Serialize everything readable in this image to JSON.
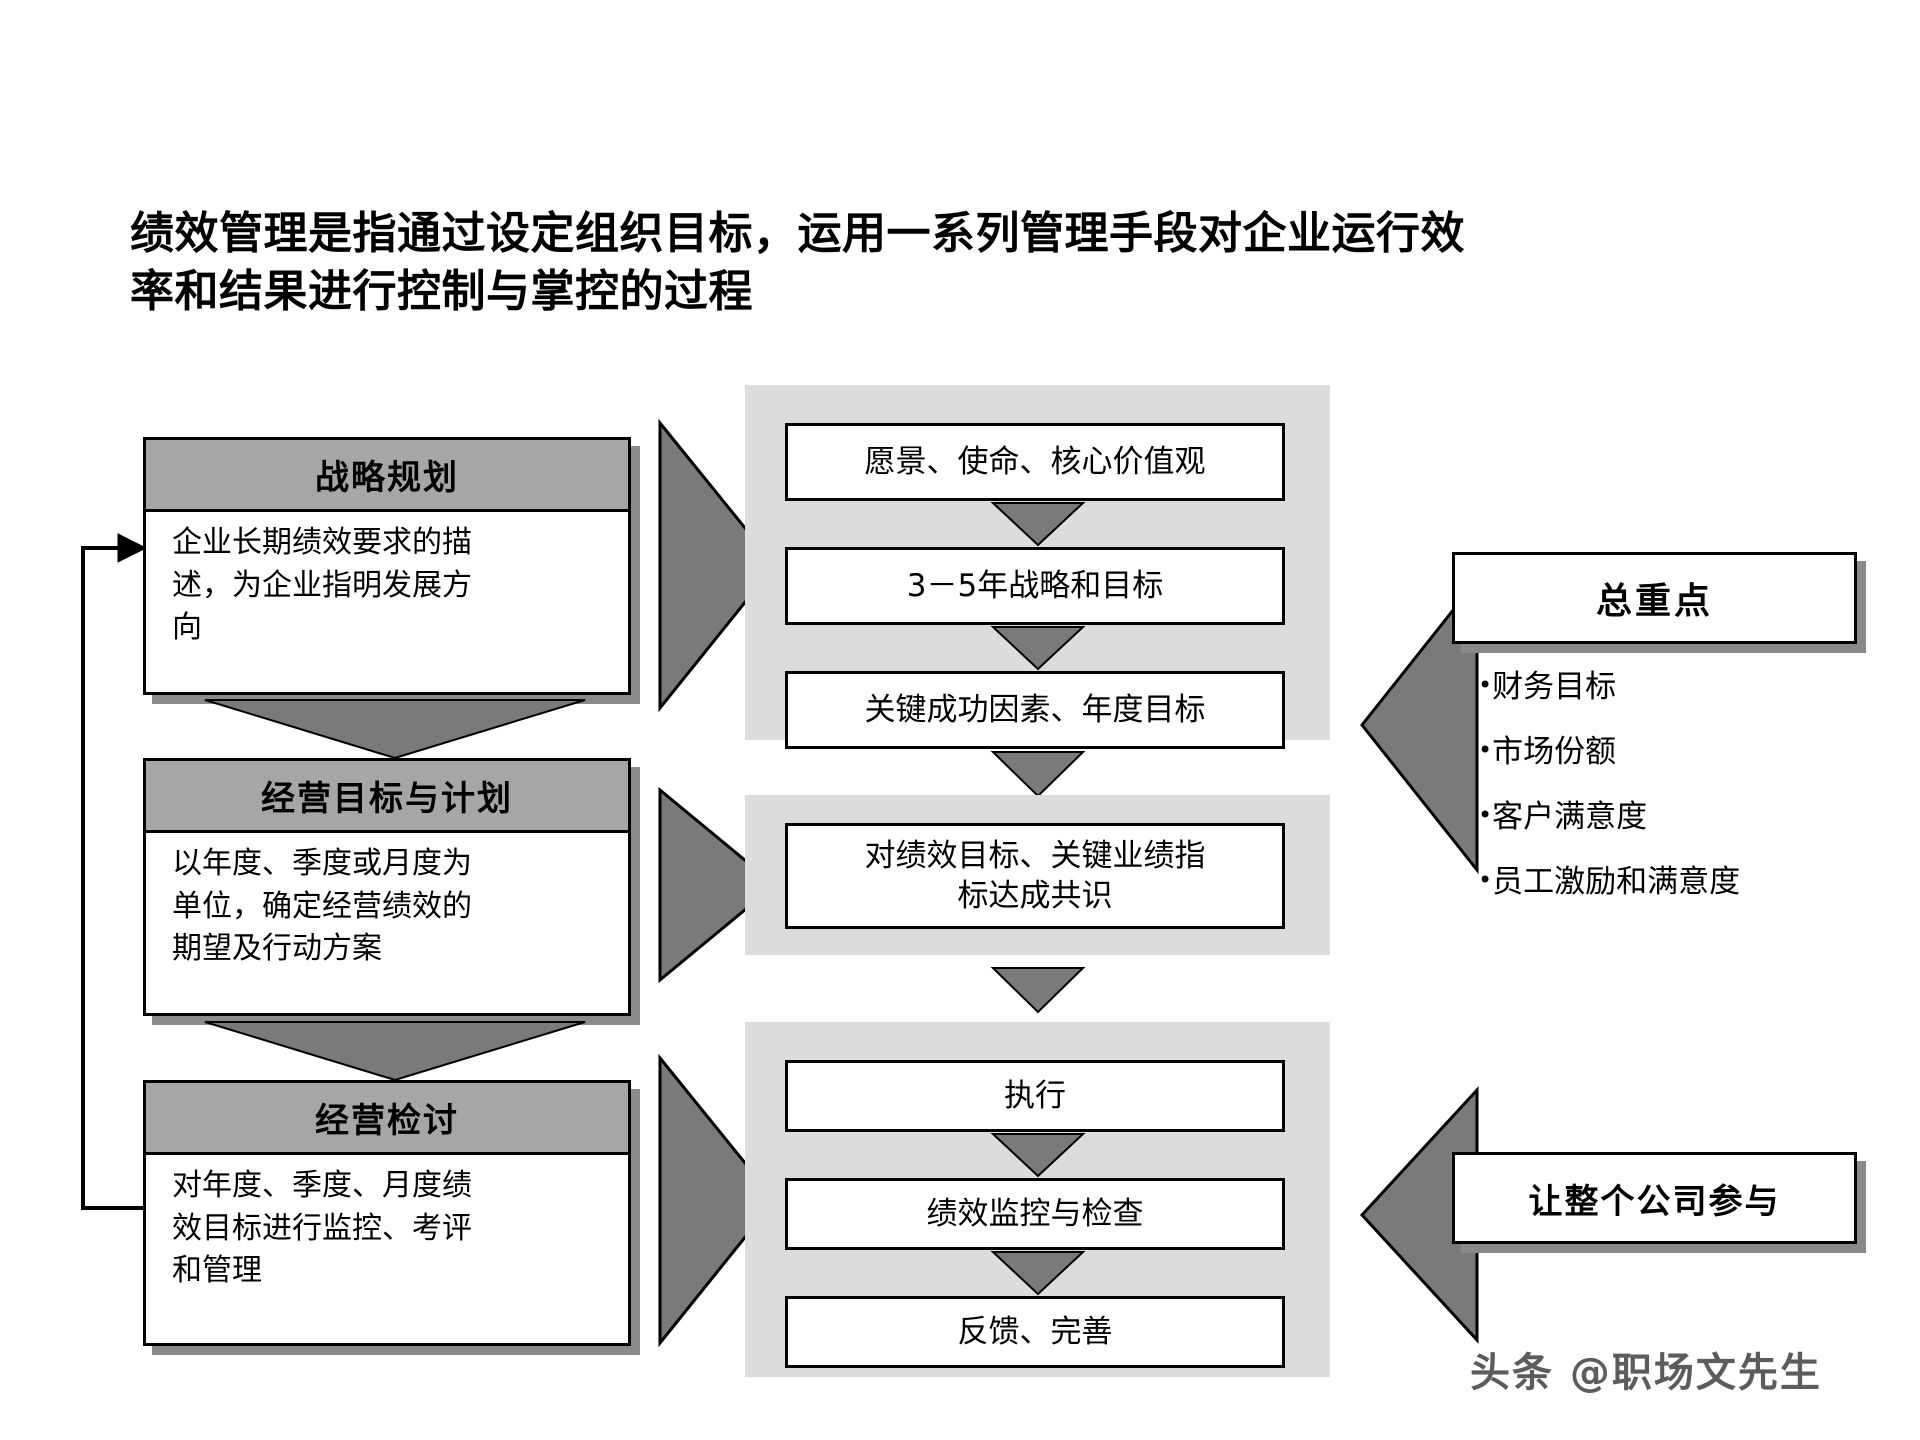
{
  "title": {
    "line1": "绩效管理是指通过设定组织目标，运用一系列管理手段对企业运行效",
    "line2": "率和结果进行控制与掌控的过程"
  },
  "left_column": {
    "cards": [
      {
        "header": "战略规划",
        "body_lines": [
          "企业长期绩效要求的描",
          "述，为企业指明发展方",
          "向"
        ]
      },
      {
        "header": "经营目标与计划",
        "body_lines": [
          "以年度、季度或月度为",
          "单位，确定经营绩效的",
          "期望及行动方案"
        ]
      },
      {
        "header": "经营检讨",
        "body_lines": [
          "对年度、季度、月度绩",
          "效目标进行监控、考评",
          "和管理"
        ]
      }
    ]
  },
  "middle_column": {
    "panels": [
      {
        "name": "strategy-panel",
        "boxes": [
          "愿景、使命、核心价值观",
          "3－5年战略和目标",
          "关键成功因素、年度目标"
        ]
      },
      {
        "name": "consensus-panel",
        "boxes": [
          "对绩效目标、关键业绩指\n标达成共识"
        ]
      },
      {
        "name": "execution-panel",
        "boxes": [
          "执行",
          "绩效监控与检查",
          "反馈、完善"
        ]
      }
    ]
  },
  "right_column": {
    "focus_title": "总重点",
    "focus_items": [
      "财务目标",
      "市场份额",
      "客户满意度",
      "员工激励和满意度"
    ],
    "bullet_glyph": "•",
    "participation_title": "让整个公司参与"
  },
  "watermark": "头条 @职场文先生",
  "colors": {
    "header_fill": "#a6a6a6",
    "panel_fill": "#dcdcdc",
    "shadow": "#8a8a8a",
    "arrow_fill": "#7a7a7a",
    "outline": "#000000",
    "watermark_text": "#5c5c5c"
  },
  "icons": {
    "down_arrow": "triangle-down-icon",
    "right_arrow": "triangle-right-icon",
    "left_arrow": "triangle-left-icon",
    "feedback_loop": "feedback-loop-arrow-icon"
  }
}
